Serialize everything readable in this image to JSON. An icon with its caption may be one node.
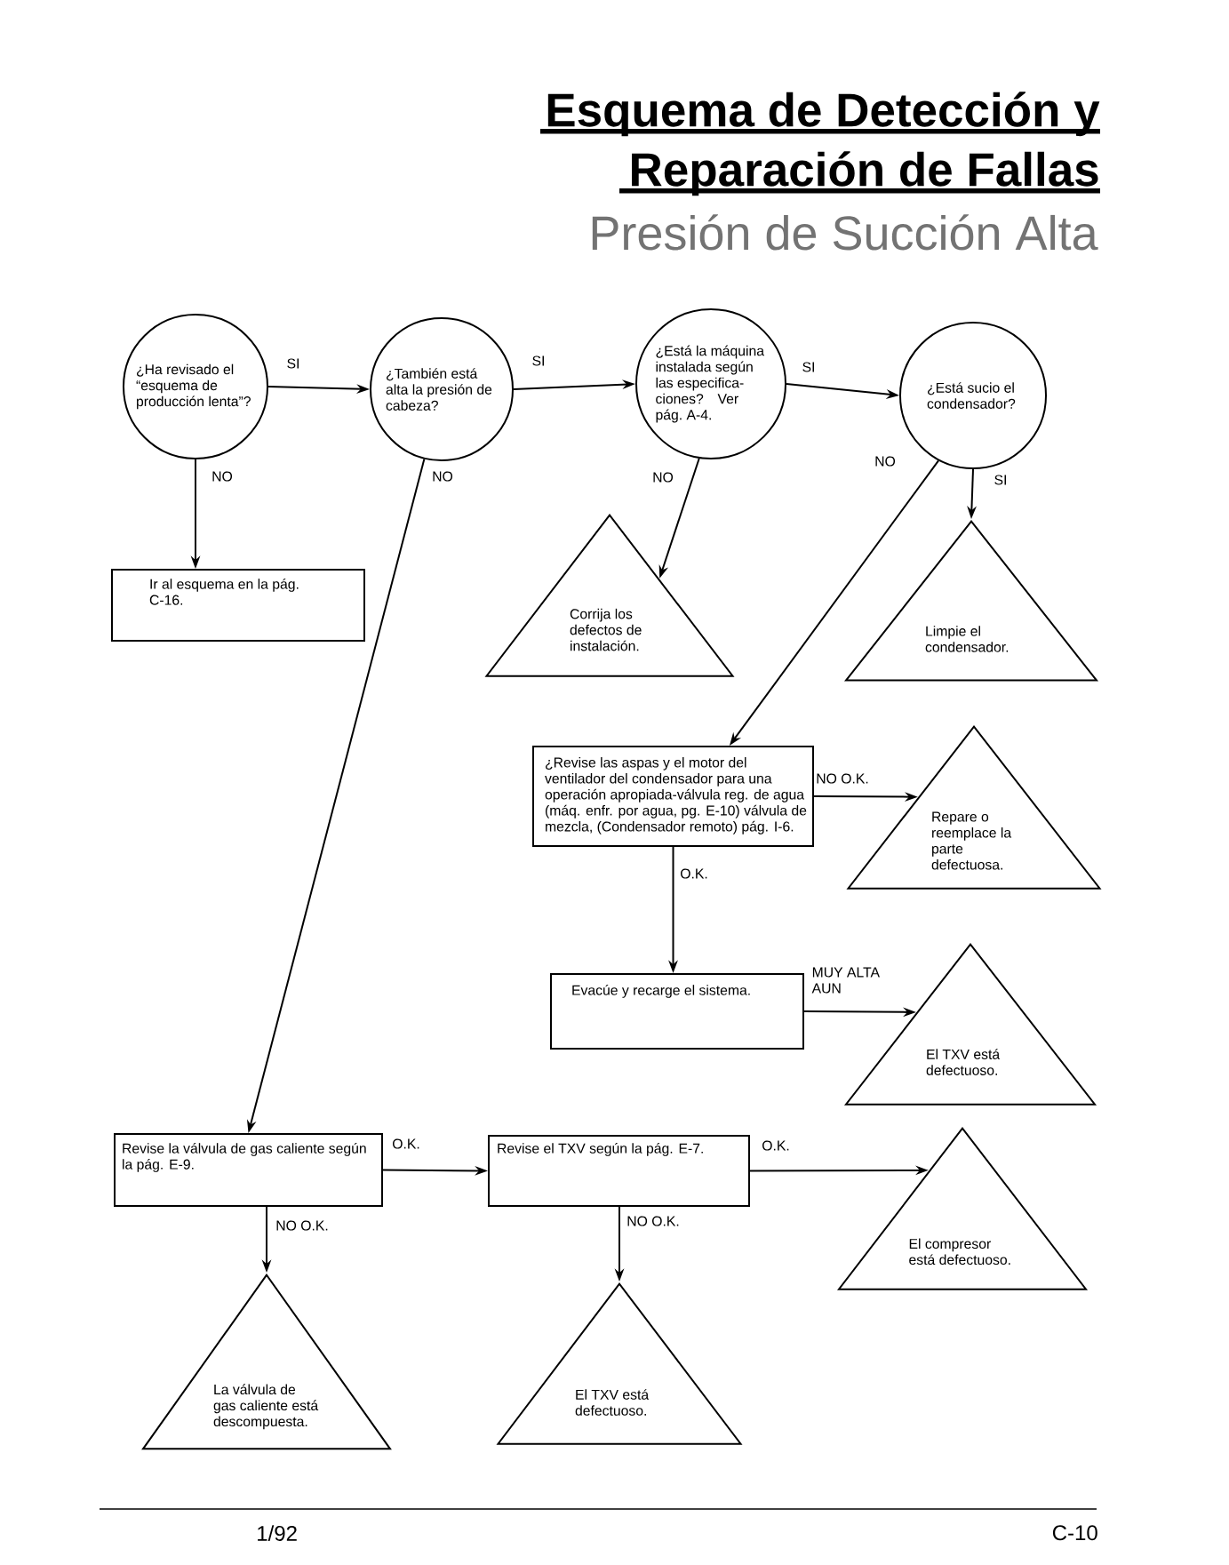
{
  "diagram": {
    "title": "Esquema de Detección y Reparación de Fallas",
    "nodes": [
      {
        "text": [
          "¿Ha revisado el “esquema de producción lenta”?"
        ]
      },
      {
        "text": [
          "¿También está alta la presión de cabeza?"
        ]
      },
      {
        "text": [
          "¿Está la máquina instalada según las especifica- ciones? Ver pág. A-4."
        ]
      },
      {
        "text": [
          "¿Está sucio el condensador?"
        ]
      },
      {
        "text": [
          "Ir al esquema en la pág. C-16."
        ]
      },
      {
        "text": [
          "Corrija los defectos de instalación."
        ]
      },
      {
        "text": [
          "Limpie el condensador."
        ]
      },
      {
        "text": [
          "¿Revise las aspas y el motor del ventilador del condensador para una operación apropiada-válvula reg. de agua (máq. enfr. por agua, pg. E-10) válvula de mezcla, (Condensador remoto) pág. I-6."
        ]
      },
      {
        "text": [
          "Repare o reemplace la parte defectuosa."
        ]
      },
      {
        "text": [
          "Evacúe y recarge el sistema."
        ]
      },
      {
        "text": [
          "El TXV está defectuoso."
        ]
      },
      {
        "text": [
          "Revise la válvula de gas caliente según la pág. E-9."
        ]
      },
      {
        "text": [
          "Revise el TXV según la pág. E-7."
        ]
      },
      {
        "text": [
          "El compresor está defectuoso."
        ]
      },
      {
        "text": [
          "La válvula de gas caliente está descompuesta."
        ]
      },
      {
        "text": [
          "El TXV está defectuoso."
        ]
      }
    ],
    "edges": [
      {
        "from": 0,
        "to": 1,
        "arrow": "to",
        "label": "SI"
      },
      {
        "from": 1,
        "to": 2,
        "arrow": "to",
        "label": "SI"
      },
      {
        "from": 2,
        "to": 3,
        "arrow": "to",
        "label": "SI"
      },
      {
        "from": 0,
        "to": 4,
        "arrow": "to",
        "label": "NO"
      },
      {
        "from": 1,
        "to": 11,
        "arrow": "to",
        "label": "NO"
      },
      {
        "from": 2,
        "to": 5,
        "arrow": "to",
        "label": "NO"
      },
      {
        "from": 3,
        "to": 7,
        "arrow": "to",
        "label": "NO"
      },
      {
        "from": 3,
        "to": 6,
        "arrow": "to",
        "label": "SI"
      },
      {
        "from": 7,
        "to": 8,
        "arrow": "to",
        "label": "NO O.K."
      },
      {
        "from": 7,
        "to": 9,
        "arrow": "to",
        "label": "O.K."
      },
      {
        "from": 9,
        "to": 10,
        "arrow": "to",
        "label": "MUY ALTA AUN"
      },
      {
        "from": 11,
        "to": 12,
        "arrow": "to",
        "label": "O.K."
      },
      {
        "from": 11,
        "to": 14,
        "arrow": "to",
        "label": "NO O.K."
      },
      {
        "from": 12,
        "to": 13,
        "arrow": "to",
        "label": "O.K."
      },
      {
        "from": 12,
        "to": 15,
        "arrow": "to",
        "label": "NO O.K."
      }
    ],
    "labels": [
      "Presión de Succión Alta",
      "1/92",
      "C-10"
    ]
  }
}
